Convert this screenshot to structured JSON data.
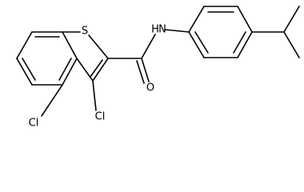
{
  "molecule": {
    "atoms": {
      "sulfur": "S",
      "amide_nitrogen": "N",
      "amide_hydrogen": "H",
      "carbonyl_oxygen": "O",
      "chlorine_3": "Cl",
      "chlorine_4": "Cl"
    }
  }
}
